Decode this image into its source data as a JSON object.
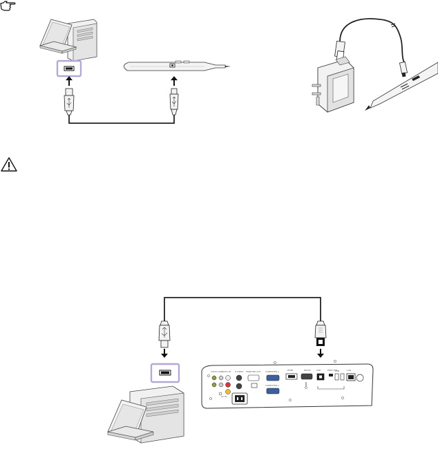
{
  "icons": {
    "note": "note-pointing-hand-icon",
    "caution": "caution-triangle-icon"
  },
  "colors": {
    "line": "#222222",
    "port_highlight": "#b6a8d6",
    "device_fill": "#f1f1f1",
    "arrow": "#111111"
  },
  "panel_labels": {
    "audio_out": "AUDIO OUT",
    "audio_in": "AUDIO IN",
    "s_video": "S-VIDEO",
    "monitor_out": "MONITOR OUT",
    "computer_1": "COMPUTER 1",
    "computer_2": "COMPUTER 2",
    "hdmi": "HDMI",
    "rs232": "RS232",
    "usb_b": "USB",
    "usb_a": "USB",
    "mini_usb": "MINI USB",
    "lan": "LAN",
    "ac_in": "AC IN"
  }
}
